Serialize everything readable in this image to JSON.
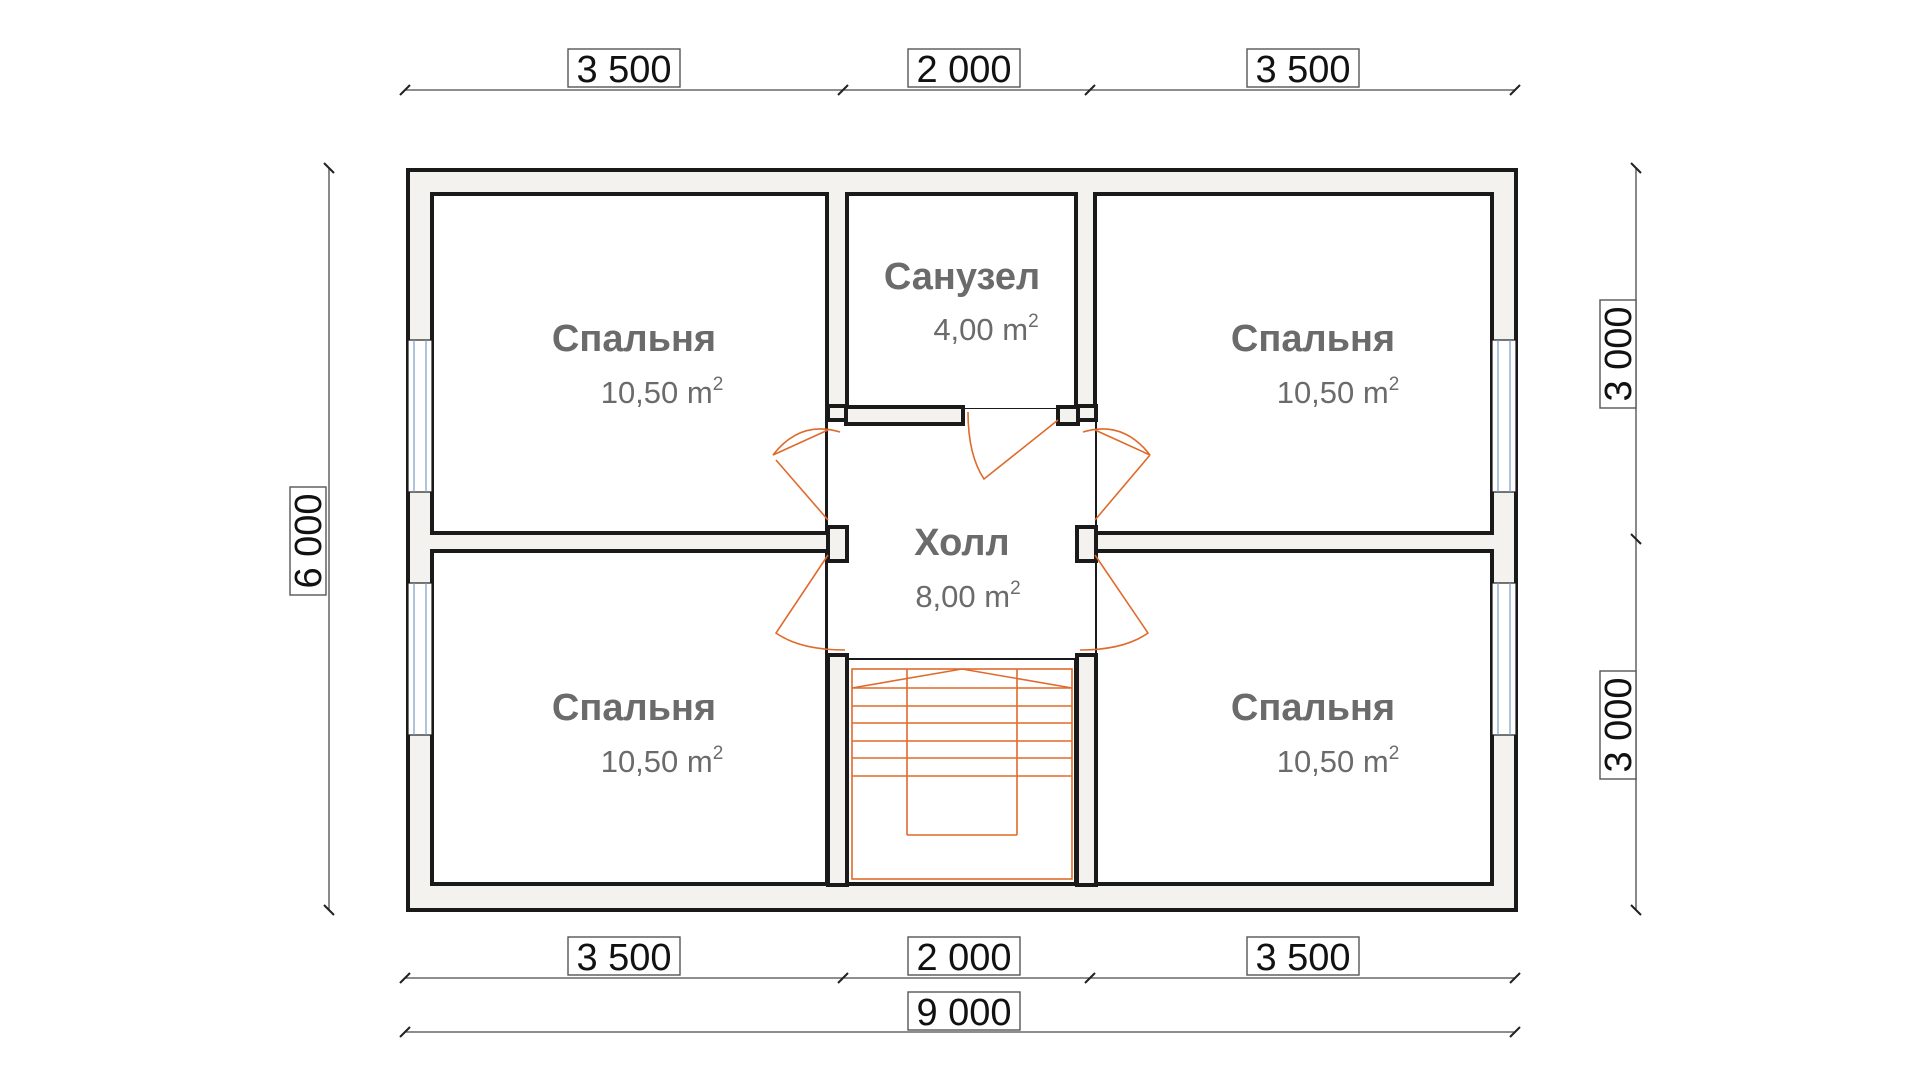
{
  "dimensions": {
    "top": [
      "3 500",
      "2 000",
      "3 500"
    ],
    "bottom": [
      "3 500",
      "2 000",
      "3 500"
    ],
    "bottom_total": "9 000",
    "left_total": "6 000",
    "right": [
      "3 000",
      "3 000"
    ]
  },
  "rooms": [
    {
      "name": "Спальня",
      "area": "10,50 m",
      "sup": "2"
    },
    {
      "name": "Санузел",
      "area": "4,00 m",
      "sup": "2"
    },
    {
      "name": "Спальня",
      "area": "10,50 m",
      "sup": "2"
    },
    {
      "name": "Холл",
      "area": "8,00 m",
      "sup": "2"
    },
    {
      "name": "Спальня",
      "area": "10,50 m",
      "sup": "2"
    },
    {
      "name": "Спальня",
      "area": "10,50 m",
      "sup": "2"
    }
  ],
  "colors": {
    "wall_outline": "#1a1a1a",
    "wall_fill": "#f4f2ee",
    "door_and_stair": "#e06a2c",
    "room_label": "#6b6b6b"
  }
}
